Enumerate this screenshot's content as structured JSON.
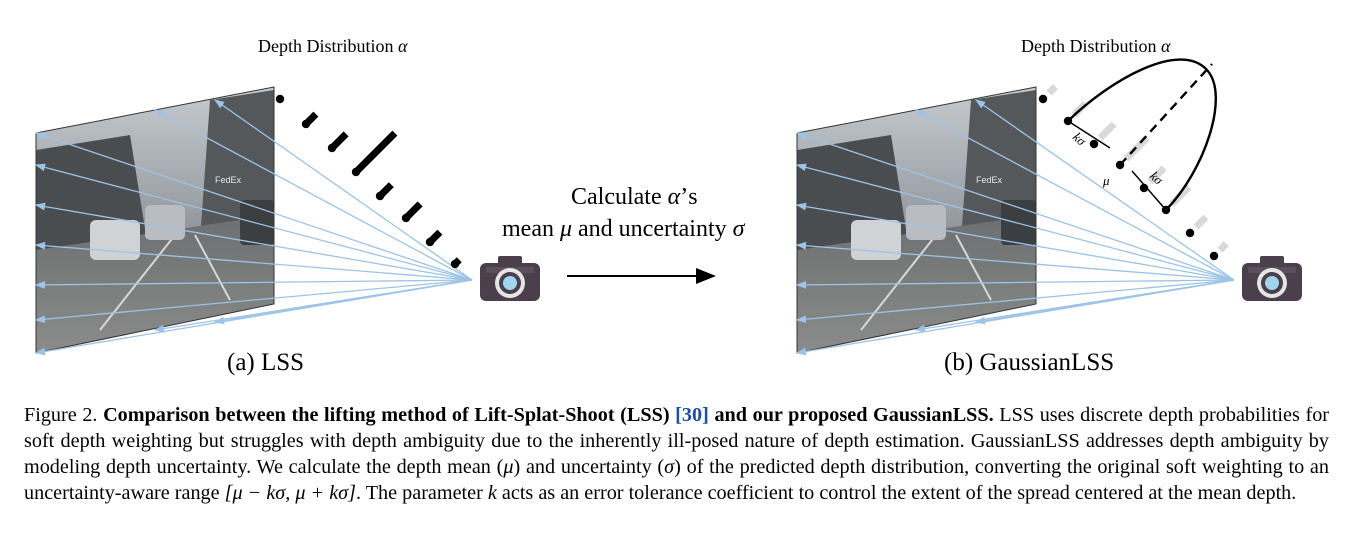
{
  "panel_a": {
    "title_prefix": "Depth Distribution",
    "alpha": "α",
    "label": "(a) LSS"
  },
  "panel_b": {
    "title_prefix": "Depth Distribution",
    "alpha": "α",
    "label": "(b) GaussianLSS",
    "k_sigma": "kσ",
    "mu": "μ"
  },
  "middle": {
    "line1_prefix": "Calculate",
    "line1_alpha": "α",
    "line1_suffix": "’s",
    "line2_mean": "mean",
    "line2_mu": "μ",
    "line2_and": "and uncertainty",
    "line2_sigma": "σ"
  },
  "scene": {
    "sign_text": "FedEx"
  },
  "caption": {
    "prefix": "Figure 2.",
    "bold_a": "Comparison between the lifting method of Lift-Splat-Shoot (LSS)",
    "ref": "[30]",
    "bold_b": "and our proposed GaussianLSS.",
    "text_1": "LSS uses discrete depth probabilities for soft depth weighting but struggles with depth ambiguity due to the inherently ill-posed nature of depth estimation. GaussianLSS addresses depth ambiguity by modeling depth uncertainty.  We calculate the depth mean (",
    "mu": "μ",
    "text_2": ") and uncertainty (",
    "sigma": "σ",
    "text_3": ") of the predicted depth distribution, converting the original soft weighting to an uncertainty-aware range ",
    "range": "[μ − kσ, μ + kσ]",
    "text_4": ". The parameter ",
    "k": "k",
    "text_5": " acts as an error tolerance coefficient to control the extent of the spread centered at the mean depth."
  },
  "colors": {
    "ray": "#9dc3e6",
    "bar": "#000000",
    "ghost_bar": "#d9d9d9",
    "ref_link": "#1f4fa0"
  }
}
